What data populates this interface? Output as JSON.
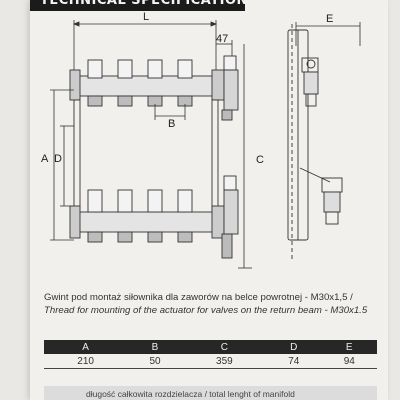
{
  "header": {
    "title": "TECHNICAL SPECIFICATIONS"
  },
  "drawing": {
    "dim_L": "L",
    "dim_47": "47",
    "dim_E": "E",
    "dim_B": "B",
    "dim_A": "A",
    "dim_D": "D",
    "dim_C": "C"
  },
  "caption": {
    "polish": "Gwint pod montaż siłownika dla zaworów na belce powrotnej - M30x1,5 /",
    "english": "Thread for mounting of the actuator for valves on the return beam - M30x1.5"
  },
  "table": {
    "headers": [
      "A",
      "B",
      "C",
      "D",
      "E"
    ],
    "values": [
      "210",
      "50",
      "359",
      "74",
      "94"
    ]
  },
  "footer": {
    "text": "długość całkowita rozdzielacza / total lenght of manifold"
  }
}
